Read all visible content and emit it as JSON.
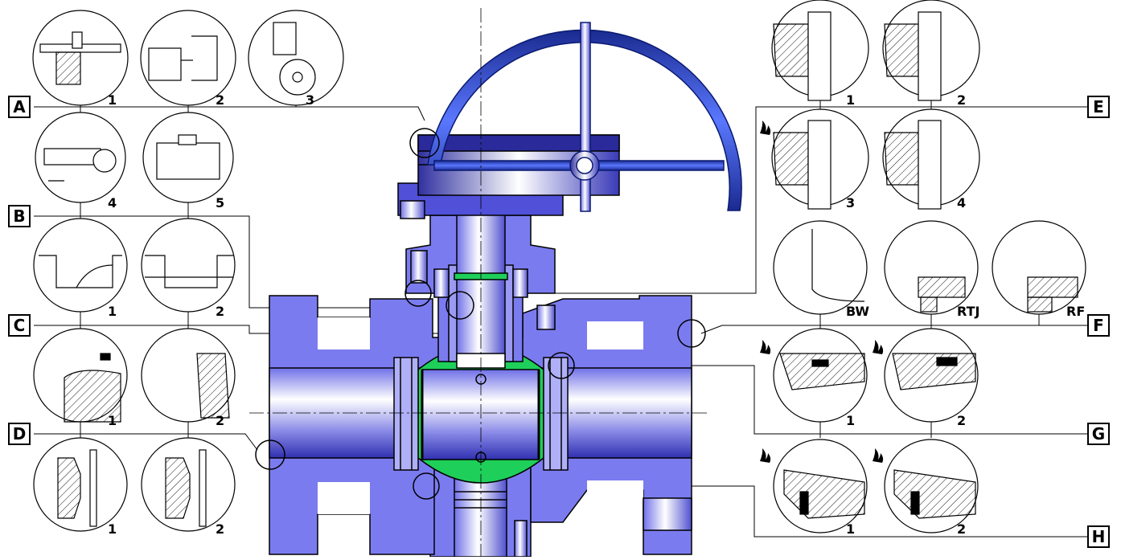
{
  "labels": {
    "A": "A",
    "B": "B",
    "C": "C",
    "D": "D",
    "E": "E",
    "F": "F",
    "G": "G",
    "H": "H"
  },
  "details": {
    "A": [
      "1",
      "2",
      "3",
      "4",
      "5"
    ],
    "B": [
      "1",
      "2"
    ],
    "C": [
      "1",
      "2"
    ],
    "D": [
      "1",
      "2"
    ],
    "E": [
      "1",
      "2",
      "3",
      "4"
    ],
    "F": [
      "BW",
      "RTJ",
      "RF"
    ],
    "G": [
      "1",
      "2"
    ],
    "H": [
      "1",
      "2"
    ]
  },
  "colors": {
    "body": "#7b7bf0",
    "body_dark": "#3a3ad0",
    "ball": "#1ecf5a",
    "handwheel": "#2540b8",
    "line": "#000000"
  },
  "icons": {
    "fire_safe": "fire-safe-icon"
  }
}
